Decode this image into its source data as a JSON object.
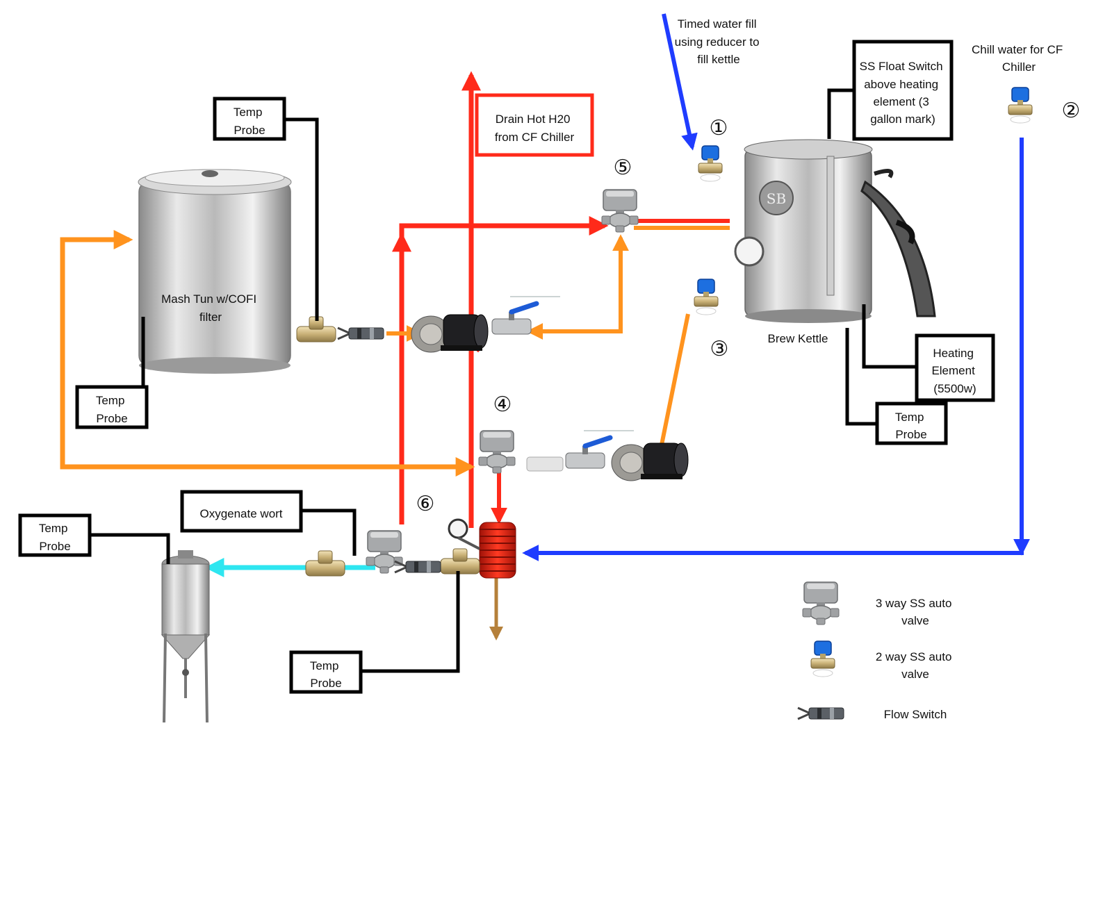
{
  "labels": {
    "timed_fill": [
      "Timed water fill",
      "using reducer to",
      "fill kettle"
    ],
    "float_switch": [
      "SS Float Switch",
      "above heating",
      "element (3",
      "gallon mark)"
    ],
    "chill_water": [
      "Chill water for CF",
      "Chiller"
    ],
    "drain": [
      "Drain Hot H20",
      "from CF Chiller"
    ],
    "mash_tun": [
      "Mash Tun w/COFI",
      "filter"
    ],
    "brew_kettle": "Brew Kettle",
    "heating_element": [
      "Heating",
      "Element",
      "(5500w)"
    ],
    "temp_probe": [
      "Temp",
      "Probe"
    ],
    "oxygenate": "Oxygenate wort"
  },
  "valve_numbers": [
    "①",
    "②",
    "③",
    "④",
    "⑤",
    "⑥"
  ],
  "legend": [
    {
      "icon": "three-way-valve-icon",
      "lines": [
        "3 way SS auto",
        "valve"
      ]
    },
    {
      "icon": "two-way-valve-icon",
      "lines": [
        "2 way SS auto",
        "valve"
      ]
    },
    {
      "icon": "flow-switch-icon",
      "lines": [
        "Flow Switch"
      ]
    }
  ],
  "colors": {
    "hot_water": "#ff2a1a",
    "wort": "#ff931e",
    "cold_water": "#1f3cff",
    "oxygenated": "#2ee6f0",
    "drain_out": "#b5803a",
    "outline": "#000000"
  }
}
